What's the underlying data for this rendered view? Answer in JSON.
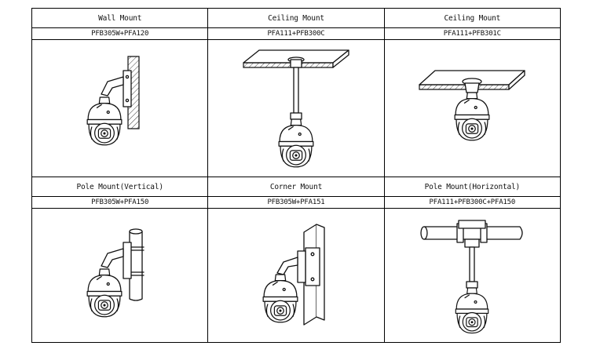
{
  "table": {
    "row1": {
      "titles": [
        "Wall Mount",
        "Ceiling Mount",
        "Ceiling Mount"
      ],
      "models": [
        "PFB305W+PFA120",
        "PFA111+PFB300C",
        "PFA111+PFB301C"
      ]
    },
    "row2": {
      "titles": [
        "Pole Mount(Vertical)",
        "Corner Mount",
        "Pole Mount(Horizontal)"
      ],
      "models": [
        "PFB305W+PFA150",
        "PFB305W+PFA151",
        "PFA111+PFB300C+PFA150"
      ]
    }
  },
  "icons": [
    "wall-mount-camera-icon",
    "ceiling-pendant-mount-camera-icon",
    "ceiling-flush-mount-camera-icon",
    "pole-vertical-mount-camera-icon",
    "corner-mount-camera-icon",
    "pole-horizontal-mount-camera-icon"
  ]
}
